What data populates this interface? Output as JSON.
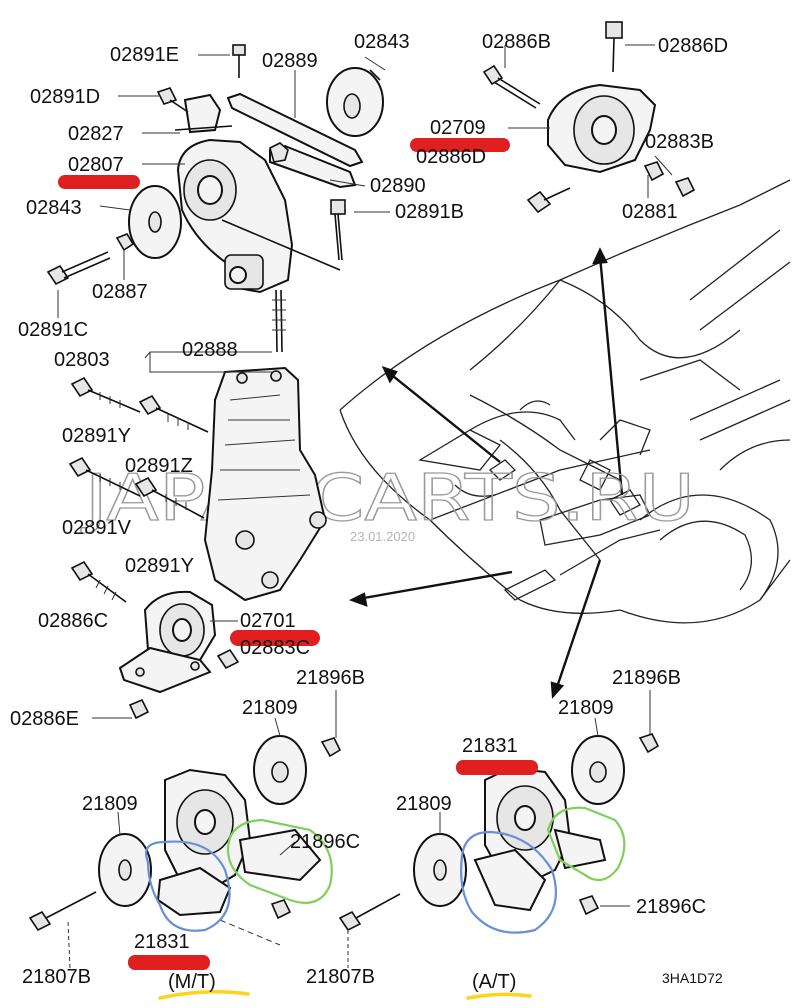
{
  "labels": {
    "l_02891E": "02891E",
    "l_02889": "02889",
    "l_02843_top": "02843",
    "l_02886B": "02886B",
    "l_02886D_top": "02886D",
    "l_02891D": "02891D",
    "l_02827": "02827",
    "l_02709": "02709",
    "l_02886D_mid": "02886D",
    "l_02883B": "02883B",
    "l_02807": "02807",
    "l_02890": "02890",
    "l_02881": "02881",
    "l_02843_left": "02843",
    "l_02891B": "02891B",
    "l_02887": "02887",
    "l_02891C": "02891C",
    "l_02888": "02888",
    "l_02803": "02803",
    "l_02891Y_1": "02891Y",
    "l_02891Z": "02891Z",
    "l_02891V": "02891V",
    "l_02891Y_2": "02891Y",
    "l_02886C": "02886C",
    "l_02701": "02701",
    "l_02883C": "02883C",
    "l_02886E": "02886E",
    "l_21896B_left": "21896B",
    "l_21896B_right": "21896B",
    "l_21809_l_top": "21809",
    "l_21809_r_top": "21809",
    "l_21831_right": "21831",
    "l_21809_l_left": "21809",
    "l_21809_r_left": "21809",
    "l_21896C_left": "21896C",
    "l_21896C_right": "21896C",
    "l_21831_left": "21831",
    "l_21807B_1": "21807B",
    "l_21807B_2": "21807B",
    "l_mt": "(M/T)",
    "l_at": "(A/T)",
    "l_code": "3HA1D72"
  },
  "watermark": "JAPANCARTS.RU",
  "date_stamp": "23.01.2020",
  "colors": {
    "highlight_red": "#e02020",
    "underline_yellow": "#ffd21c",
    "circle_blue": "#6b8fd6",
    "circle_green": "#7fcf5a"
  }
}
